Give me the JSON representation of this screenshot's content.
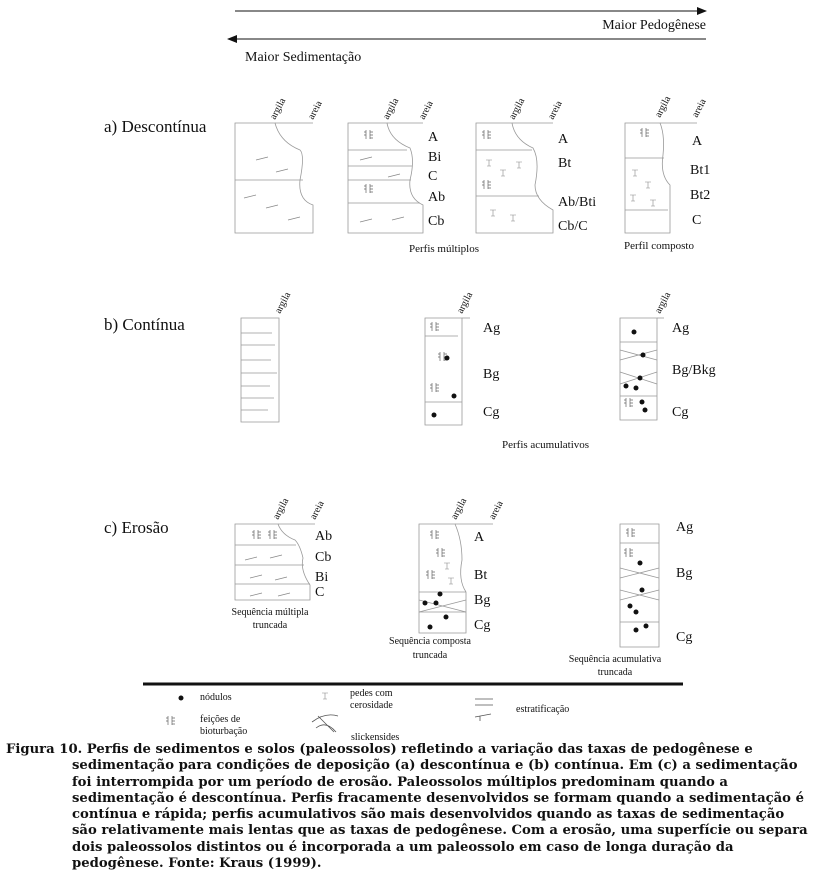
{
  "arrows": {
    "pedogenesis": "Maior Pedogênese",
    "sedimentation": "Maior Sedimentação"
  },
  "axis_words": {
    "clay": "argila",
    "sand": "areia"
  },
  "rows": {
    "a": {
      "label": "a) Descontínua",
      "profile2": [
        "A",
        "Bi",
        "C",
        "Ab",
        "Cb"
      ],
      "profile3": [
        "A",
        "Bt",
        "Ab/Bti",
        "Cb/C"
      ],
      "profile4": [
        "A",
        "Bt1",
        "Bt2",
        "C"
      ],
      "note_multiple": "Perfis múltiplos",
      "note_composite": "Perfil composto"
    },
    "b": {
      "label": "b) Contínua",
      "profile2": [
        "Ag",
        "Bg",
        "Cg"
      ],
      "profile3": [
        "Ag",
        "Bg/Bkg",
        "Cg"
      ],
      "note_cumulative": "Perfis acumulativos"
    },
    "c": {
      "label": "c) Erosão",
      "profile1": [
        "Ab",
        "Cb",
        "Bi",
        "C"
      ],
      "profile2": [
        "A",
        "Bt",
        "Bg",
        "Cg"
      ],
      "profile3": [
        "Ag",
        "Bg",
        "Cg"
      ],
      "note1": [
        "Sequência múltipla",
        "truncada"
      ],
      "note2": [
        "Sequência composta",
        "truncada"
      ],
      "note3": [
        "Sequência acumulativa",
        "truncada"
      ]
    }
  },
  "legend": {
    "nodules": "nódulos",
    "peds": [
      "pedes com",
      "cerosidade"
    ],
    "stratification": "estratificação",
    "bioturbation": [
      "feições de",
      "bioturbação"
    ],
    "slickensides": "slickensides"
  },
  "caption": "Figura 10. Perfis de sedimentos e solos (paleossolos) refletindo a variação das taxas de pedogênese e sedimentação para condições de deposição (a) descontínua e (b) contínua. Em (c) a sedimentação foi interrompida por um período de erosão. Paleossolos múltiplos predominam quando a sedimentação é descontínua. Perfis fracamente desenvolvidos se formam quando a sedimentação é contínua e rápida; perfis acumulativos são mais desenvolvidos quando as taxas de sedimentação são relativamente mais lentas que as taxas de pedogênese. Com a erosão, uma superfície ou separa dois paleossolos distintos ou é incorporada a um paleossolo em caso de longa duração da pedogênese. Fonte: Kraus (1999)."
}
